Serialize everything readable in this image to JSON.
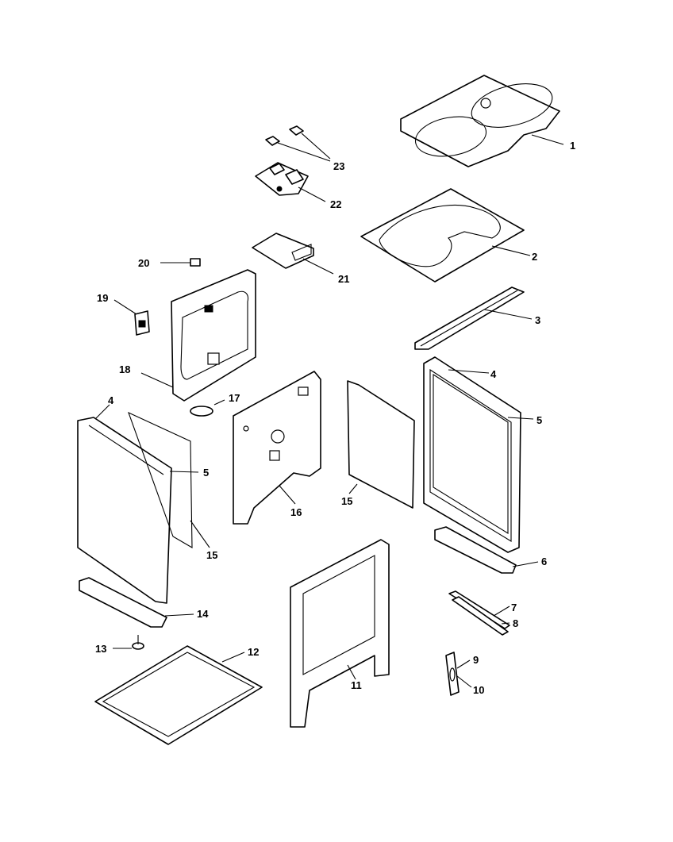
{
  "header_text": "",
  "callouts": {
    "c1": "1",
    "c2": "2",
    "c3": "3",
    "c4a": "4",
    "c4b": "4",
    "c5a": "5",
    "c5b": "5",
    "c6": "6",
    "c7": "7",
    "c8": "8",
    "c9": "9",
    "c10": "10",
    "c11": "11",
    "c12": "12",
    "c13": "13",
    "c14": "14",
    "c15a": "15",
    "c15b": "15",
    "c16": "16",
    "c17": "17",
    "c18": "18",
    "c19": "19",
    "c20": "20",
    "c21": "21",
    "c22": "22",
    "c23": "23"
  }
}
